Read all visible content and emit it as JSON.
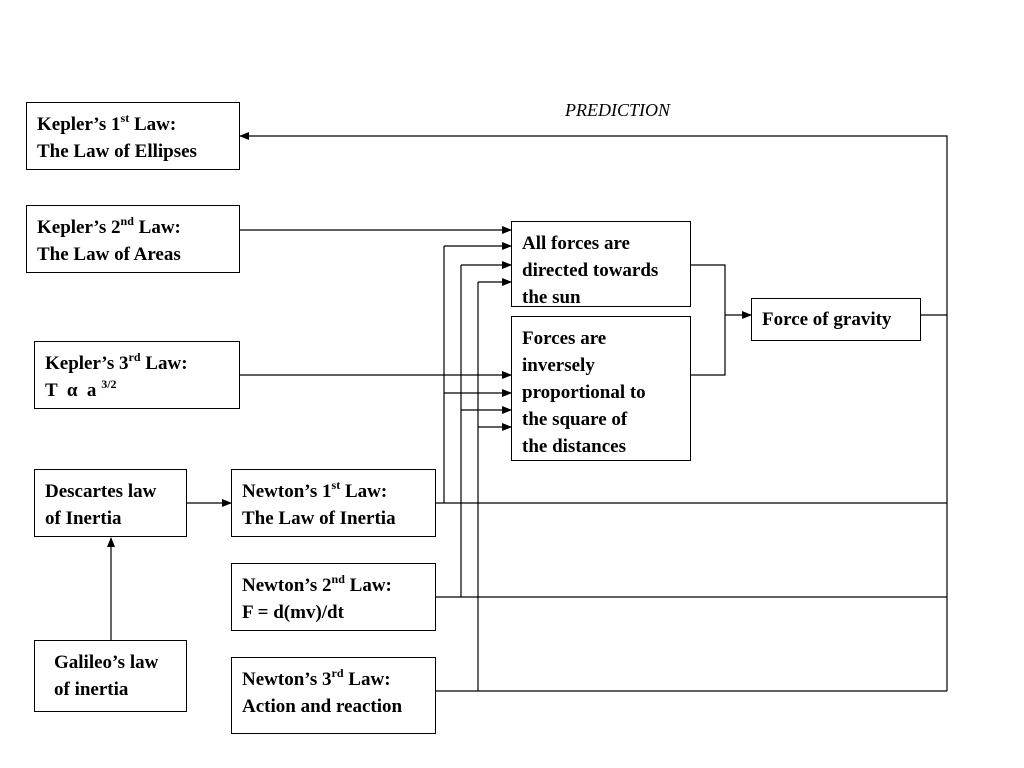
{
  "prediction_label": "PREDICTION",
  "boxes": {
    "kepler1": {
      "name": "Kepler’s 1",
      "sup": "st",
      "law": " Law:",
      "line2": "The Law of Ellipses"
    },
    "kepler2": {
      "name": "Kepler’s 2",
      "sup": "nd",
      "law": " Law:",
      "line2": "The Law of Areas"
    },
    "kepler3": {
      "name": "Kepler’s 3",
      "sup": "rd",
      "law": " Law:",
      "line2_prefix": "T  α  a ",
      "line2_sup": "3/2"
    },
    "descartes": {
      "line1": "Descartes law",
      "line2": "of Inertia"
    },
    "galileo": {
      "line1": "Galileo’s law",
      "line2": "of inertia"
    },
    "newton1": {
      "name": "Newton’s 1",
      "sup": "st",
      "law": " Law:",
      "line2": "The Law of Inertia"
    },
    "newton2": {
      "name": "Newton’s 2",
      "sup": "nd",
      "law": " Law:",
      "line2": "F = d(mv)/dt"
    },
    "newton3": {
      "name": "Newton’s 3",
      "sup": "rd",
      "law": " Law:",
      "line2": "Action and reaction"
    },
    "forces_directed": {
      "lines": [
        "All forces are",
        "directed towards",
        "the sun"
      ]
    },
    "forces_inverse": {
      "lines": [
        "Forces are",
        "inversely",
        "proportional to",
        "the square of",
        "the distances"
      ]
    },
    "gravity": {
      "line1": "Force of gravity"
    }
  }
}
